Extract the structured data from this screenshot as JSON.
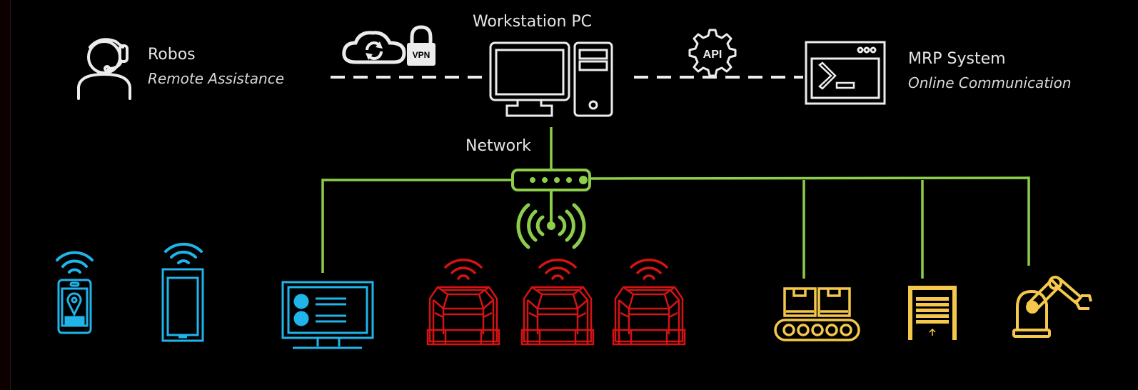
{
  "diagram": {
    "colors": {
      "background": "#000000",
      "outline": "#ececec",
      "network": "#8ccd4a",
      "mobile": "#1fb4ea",
      "robots": "#d51313",
      "machines": "#f5c84c"
    },
    "nodes": {
      "remote": {
        "title": "Robos",
        "subtitle": "Remote Assistance",
        "icon": "support-agent-headset-icon"
      },
      "workstation": {
        "title": "Workstation PC",
        "icon": "desktop-computer-icon"
      },
      "mrp": {
        "title": "MRP System",
        "subtitle": "Online Communication",
        "icon": "terminal-window-icon"
      },
      "network": {
        "title": "Network",
        "icon": "router-wifi-icon"
      }
    },
    "link_icons": {
      "cloud": "cloud-sync-icon",
      "vpn": {
        "icon": "vpn-lock-icon",
        "label": "VPN"
      },
      "api": {
        "icon": "api-gear-icon",
        "label": "API"
      }
    },
    "devices": [
      {
        "name": "mobile-location-device",
        "icon": "phone-location-wifi-icon",
        "group": "mobile"
      },
      {
        "name": "tablet-device",
        "icon": "tablet-wifi-icon",
        "group": "mobile"
      },
      {
        "name": "dashboard-monitor",
        "icon": "monitor-dashboard-icon",
        "group": "mobile"
      },
      {
        "name": "agv-robot-1",
        "icon": "agv-robot-wifi-icon",
        "group": "robots"
      },
      {
        "name": "agv-robot-2",
        "icon": "agv-robot-wifi-icon",
        "group": "robots"
      },
      {
        "name": "agv-robot-3",
        "icon": "agv-robot-wifi-icon",
        "group": "robots"
      },
      {
        "name": "conveyor",
        "icon": "conveyor-boxes-icon",
        "group": "machines"
      },
      {
        "name": "roll-door",
        "icon": "garage-door-icon",
        "group": "machines"
      },
      {
        "name": "robot-arm",
        "icon": "robotic-arm-icon",
        "group": "machines"
      }
    ]
  }
}
